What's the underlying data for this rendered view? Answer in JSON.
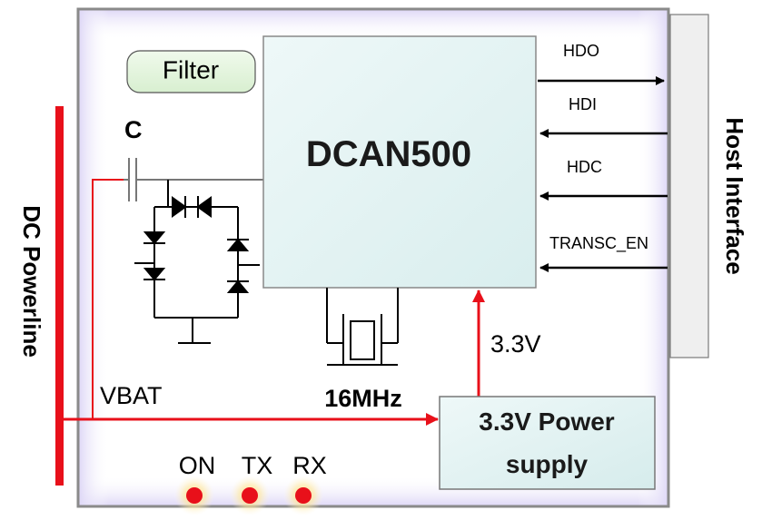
{
  "labels": {
    "filter": "Filter",
    "capacitor": "C",
    "chip": "DCAN500",
    "crystal": "16MHz",
    "vbat": "VBAT",
    "v33": "3.3V",
    "power_supply_line1": "3.3V Power",
    "power_supply_line2": "supply",
    "dc_powerline": "DC Powerline",
    "host_interface": "Host Interface"
  },
  "signals": [
    {
      "label": "HDO",
      "direction": "out"
    },
    {
      "label": "HDI",
      "direction": "in"
    },
    {
      "label": "HDC",
      "direction": "in"
    },
    {
      "label": "TRANSC_EN",
      "direction": "in"
    }
  ],
  "leds": [
    {
      "label": "ON"
    },
    {
      "label": "TX"
    },
    {
      "label": "RX"
    }
  ],
  "colors": {
    "powerline": "#e8101a",
    "led": "#e8101a",
    "chip_fill": "#e6f4f4",
    "filter_fill": "#e4f5df",
    "board_border": "#8a8a8a",
    "board_glow": "#e6e0f8"
  }
}
